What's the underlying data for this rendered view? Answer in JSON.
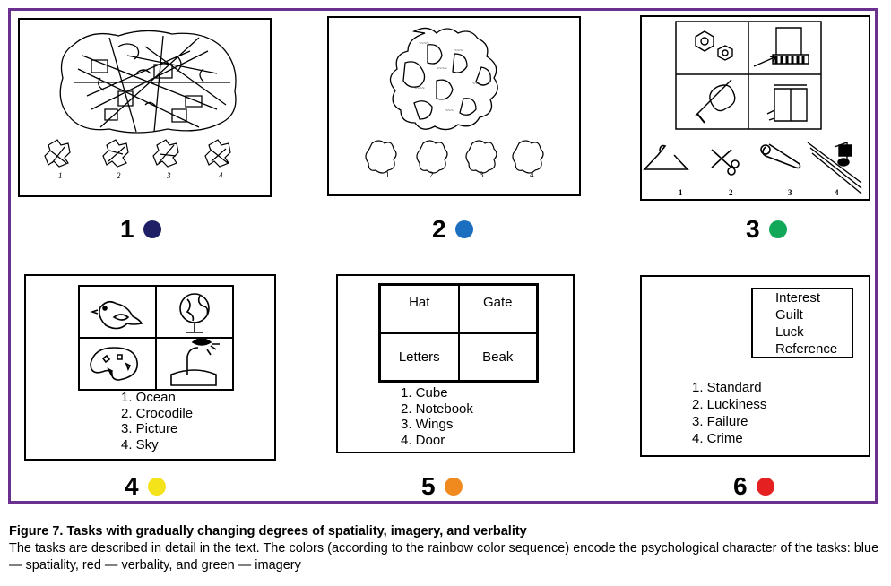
{
  "tasks": [
    {
      "number": "1",
      "color": "#1f1f66",
      "choices": [
        "1",
        "2",
        "3",
        "4"
      ]
    },
    {
      "number": "2",
      "color": "#1a6fc0",
      "choices": [
        "1",
        "2",
        "3",
        "4"
      ]
    },
    {
      "number": "3",
      "color": "#12a85a",
      "choices": [
        "1",
        "2",
        "3",
        "4"
      ]
    },
    {
      "number": "4",
      "color": "#f4e21a",
      "options": [
        "1. Ocean",
        "2. Crocodile",
        "3. Picture",
        "4. Sky"
      ]
    },
    {
      "number": "5",
      "color": "#f08a1e",
      "grid": [
        "Hat",
        "Gate",
        "Letters",
        "Beak"
      ],
      "options": [
        "1. Cube",
        "2. Notebook",
        "3. Wings",
        "4. Door"
      ]
    },
    {
      "number": "6",
      "color": "#e42020",
      "words": [
        "Interest",
        "Guilt",
        "Luck",
        "Reference"
      ],
      "options": [
        "1. Standard",
        "2. Luckiness",
        "3. Failure",
        "4. Crime"
      ]
    }
  ],
  "caption": {
    "title": "Figure 7. Tasks with gradually changing degrees of spatiality, imagery, and verbality",
    "text": "The tasks are described in detail in the text. The colors (according to the rainbow color sequence) encode the psychological character of the tasks: blue — spatiality, red — verbality, and green — imagery"
  },
  "border_color": "#6a2f8f"
}
